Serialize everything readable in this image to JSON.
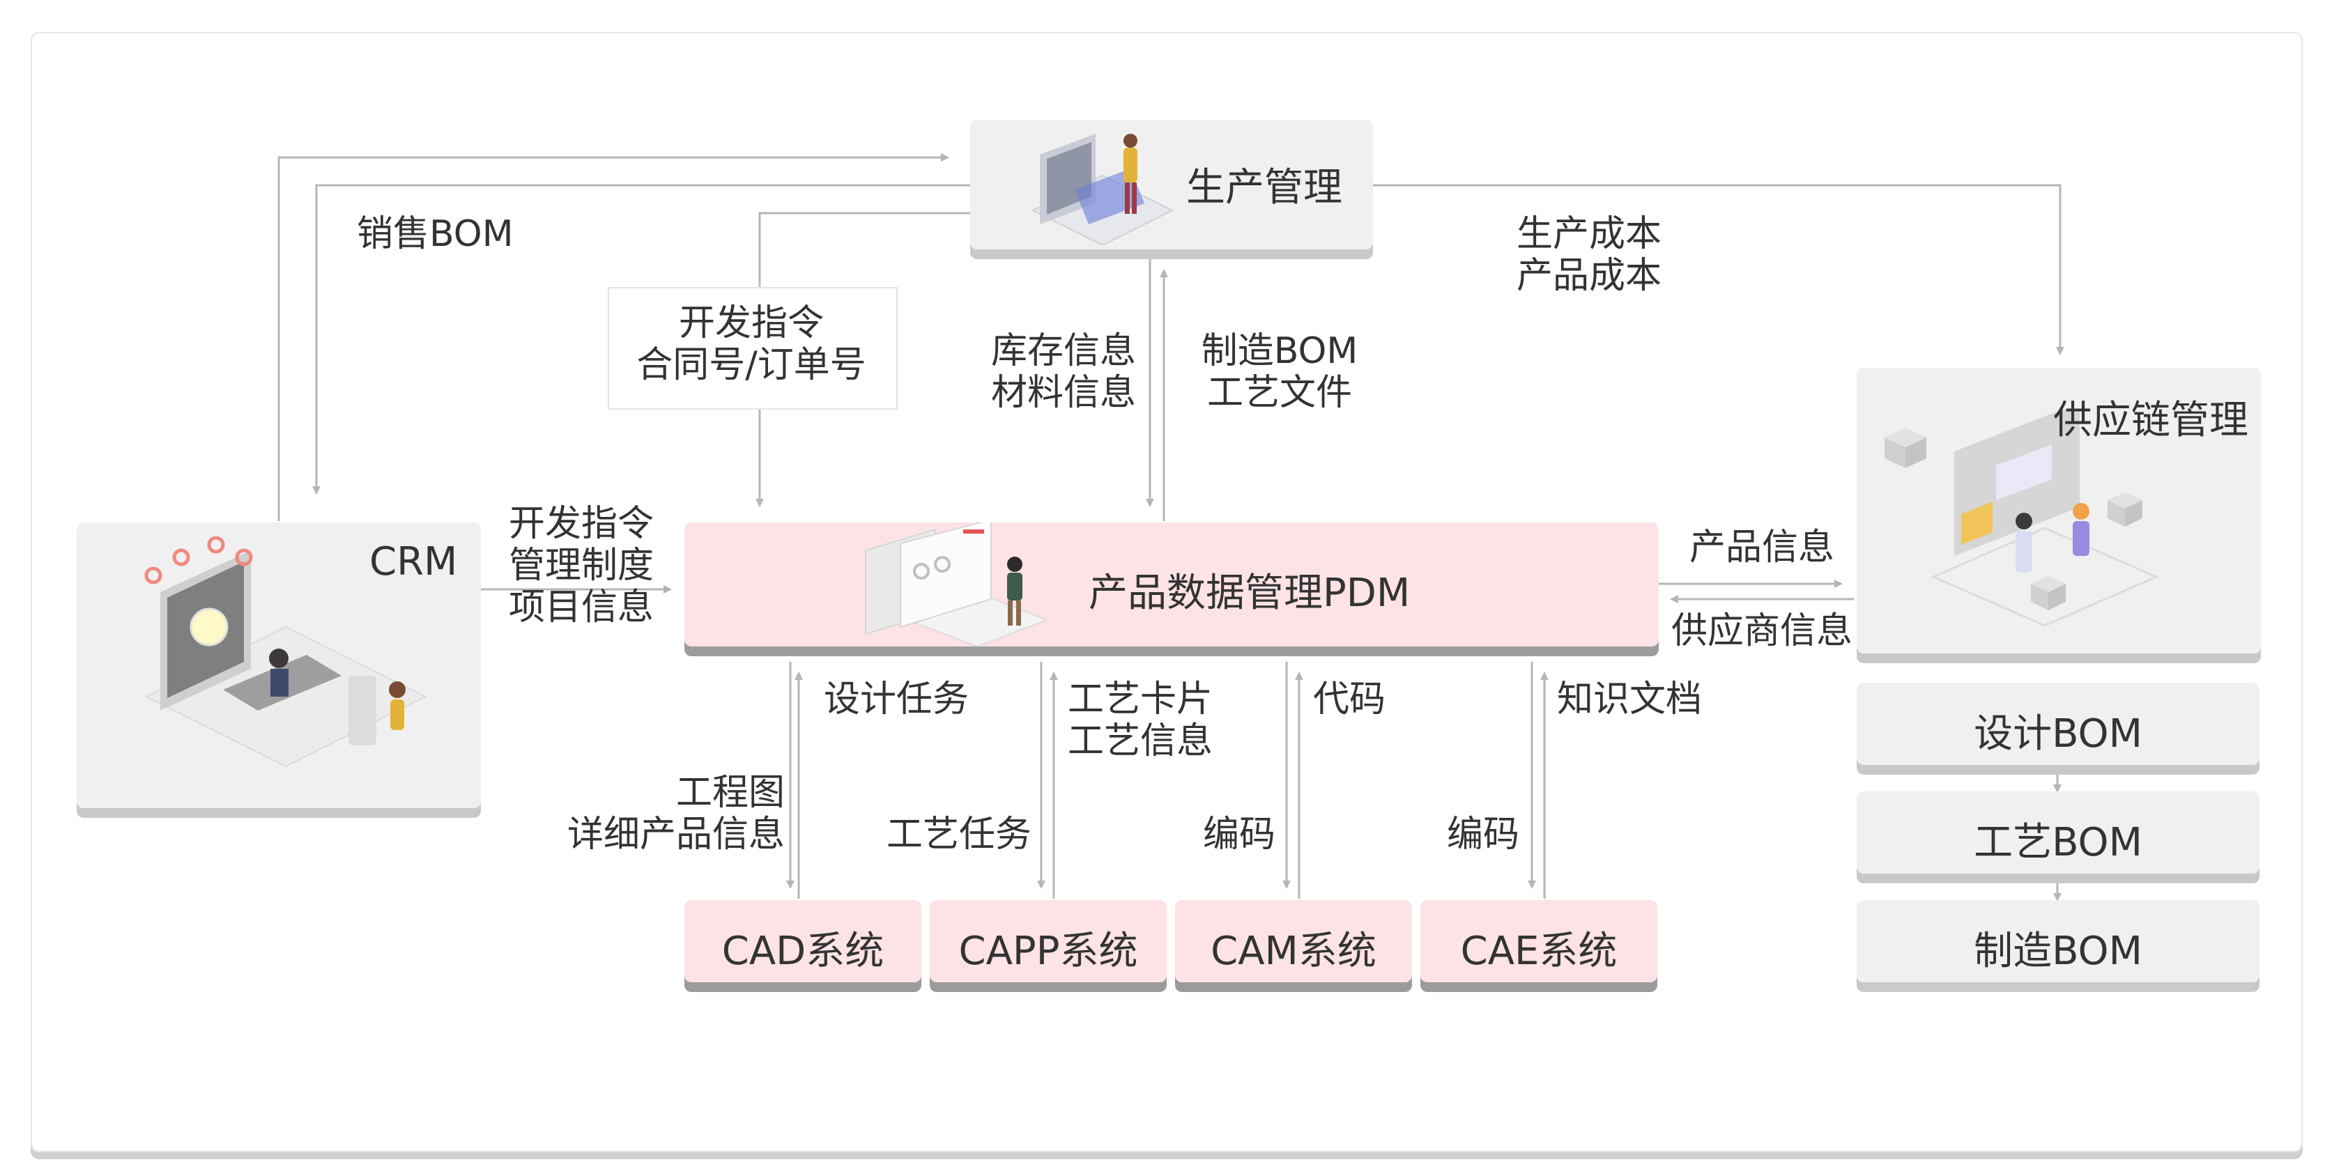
{
  "nodes": {
    "production": "生产管理",
    "crm": "CRM",
    "pdm": "产品数据管理PDM",
    "supply_chain": "供应链管理",
    "design_bom": "设计BOM",
    "process_bom": "工艺BOM",
    "manufacturing_bom": "制造BOM",
    "cad": "CAD系统",
    "capp": "CAPP系统",
    "cam": "CAM系统",
    "cae": "CAE系统"
  },
  "edges": {
    "sales_bom": "销售BOM",
    "dev_order_box": [
      "开发指令",
      "合同号/订单号"
    ],
    "cost": [
      "生产成本",
      "产品成本"
    ],
    "inventory": [
      "库存信息",
      "材料信息"
    ],
    "mfg_bom_process": [
      "制造BOM",
      "工艺文件"
    ],
    "crm_to_pdm": [
      "开发指令",
      "管理制度",
      "项目信息"
    ],
    "product_info": "产品信息",
    "supplier_info": "供应商信息",
    "design_task": "设计任务",
    "drawing": [
      "工程图",
      "详细产品信息"
    ],
    "process_card": [
      "工艺卡片",
      "工艺信息"
    ],
    "process_task": "工艺任务",
    "code": "代码",
    "encoding_cam": "编码",
    "knowledge_doc": "知识文档",
    "encoding_cae": "编码"
  },
  "colors": {
    "line": "#b5b5b5",
    "box": "#f0f0f0",
    "pdm": "#fde3e5",
    "accent": "#f08a7e"
  }
}
